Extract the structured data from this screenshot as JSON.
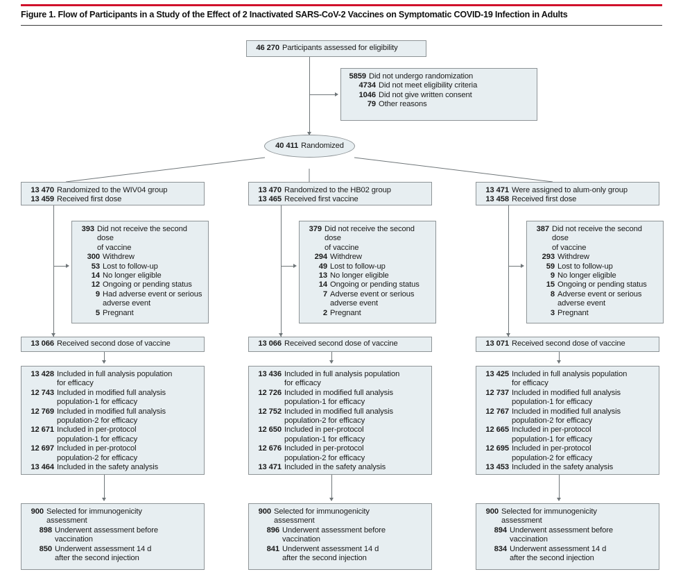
{
  "figure": {
    "title": "Figure 1. Flow of Participants in a Study of the Effect of 2 Inactivated SARS-CoV-2 Vaccines on Symptomatic COVID-19 Infection in Adults",
    "accent_color": "#d0112b",
    "box_fill": "#e7eef1",
    "box_border": "#8d9396"
  },
  "enrollment": {
    "assessed": {
      "n": "46 270",
      "text": "Participants  assessed for eligibility"
    },
    "excluded": {
      "n": "5859",
      "text": "Did not undergo randomization",
      "reasons": [
        {
          "n": "4734",
          "text": "Did not meet eligibility criteria"
        },
        {
          "n": "1046",
          "text": "Did not give written consent"
        },
        {
          "n": "79",
          "text": "Other reasons"
        }
      ]
    },
    "randomized": {
      "n": "40 411",
      "text": "Randomized"
    }
  },
  "arms": [
    {
      "id": "wiv04",
      "allocation": [
        {
          "n": "13 470",
          "text": "Randomized to the WIV04 group"
        },
        {
          "n": "13 459",
          "text": "Received first dose"
        }
      ],
      "no_second_dose": {
        "n": "393",
        "text": "Did not receive the second dose",
        "text2": "of vaccine",
        "reasons": [
          {
            "n": "300",
            "text": "Withdrew"
          },
          {
            "n": "53",
            "text": "Lost to follow-up"
          },
          {
            "n": "14",
            "text": "No longer eligible"
          },
          {
            "n": "12",
            "text": "Ongoing or pending status"
          },
          {
            "n": "9",
            "text": "Had adverse event or serious",
            "text2": "adverse event"
          },
          {
            "n": "5",
            "text": "Pregnant"
          }
        ]
      },
      "second_dose": {
        "n": "13 066",
        "text": "Received second dose of vaccine"
      },
      "analysis": [
        {
          "n": "13 428",
          "text": "Included in full analysis population",
          "text2": "for efficacy"
        },
        {
          "n": "12 743",
          "text": "Included in modified full analysis",
          "text2": "population-1 for efficacy"
        },
        {
          "n": "12 769",
          "text": "Included in modified full analysis",
          "text2": "population-2 for efficacy"
        },
        {
          "n": "12 671",
          "text": "Included in per-protocol",
          "text2": "population-1 for efficacy"
        },
        {
          "n": "12 697",
          "text": "Included in per-protocol",
          "text2": "population-2 for efficacy"
        },
        {
          "n": "13 464",
          "text": "Included in the safety analysis",
          "text2": ""
        }
      ],
      "immunogenicity": {
        "n": "900",
        "text": "Selected for immunogenicity",
        "text2": "assessment",
        "items": [
          {
            "n": "898",
            "text": "Underwent assessment before",
            "text2": "vaccination"
          },
          {
            "n": "850",
            "text": "Underwent assessment 14 d",
            "text2": "after the second injection"
          }
        ]
      }
    },
    {
      "id": "hb02",
      "allocation": [
        {
          "n": "13 470",
          "text": "Randomized to the HB02 group"
        },
        {
          "n": "13 465",
          "text": "Received first vaccine"
        }
      ],
      "no_second_dose": {
        "n": "379",
        "text": "Did not receive the second dose",
        "text2": "of vaccine",
        "reasons": [
          {
            "n": "294",
            "text": "Withdrew"
          },
          {
            "n": "49",
            "text": "Lost to follow-up"
          },
          {
            "n": "13",
            "text": "No longer eligible"
          },
          {
            "n": "14",
            "text": "Ongoing or pending status"
          },
          {
            "n": "7",
            "text": "Adverse event or serious",
            "text2": "adverse event"
          },
          {
            "n": "2",
            "text": "Pregnant"
          }
        ]
      },
      "second_dose": {
        "n": "13 066",
        "text": "Received second dose of vaccine"
      },
      "analysis": [
        {
          "n": "13 436",
          "text": "Included in full analysis population",
          "text2": "for efficacy"
        },
        {
          "n": "12 726",
          "text": "Included in modified full analysis",
          "text2": "population-1 for efficacy"
        },
        {
          "n": "12 752",
          "text": "Included in modified full analysis",
          "text2": "population-2 for efficacy"
        },
        {
          "n": "12 650",
          "text": "Included in per-protocol",
          "text2": "population-1 for efficacy"
        },
        {
          "n": "12 676",
          "text": "Included in per-protocol",
          "text2": "population-2 for efficacy"
        },
        {
          "n": "13 471",
          "text": "Included in the safety analysis",
          "text2": ""
        }
      ],
      "immunogenicity": {
        "n": "900",
        "text": "Selected for immunogenicity",
        "text2": "assessment",
        "items": [
          {
            "n": "896",
            "text": "Underwent assessment before",
            "text2": "vaccination"
          },
          {
            "n": "841",
            "text": "Underwent assessment 14 d",
            "text2": "after the second injection"
          }
        ]
      }
    },
    {
      "id": "alum",
      "allocation": [
        {
          "n": "13 471",
          "text": "Were assigned to alum-only group"
        },
        {
          "n": "13 458",
          "text": "Received first dose"
        }
      ],
      "no_second_dose": {
        "n": "387",
        "text": "Did not receive the second dose",
        "text2": "of vaccine",
        "reasons": [
          {
            "n": "293",
            "text": "Withdrew"
          },
          {
            "n": "59",
            "text": "Lost to follow-up"
          },
          {
            "n": "9",
            "text": "No longer eligible"
          },
          {
            "n": "15",
            "text": "Ongoing or pending status"
          },
          {
            "n": "8",
            "text": "Adverse event or serious",
            "text2": "adverse event"
          },
          {
            "n": "3",
            "text": "Pregnant"
          }
        ]
      },
      "second_dose": {
        "n": "13 071",
        "text": "Received second dose of vaccine"
      },
      "analysis": [
        {
          "n": "13 425",
          "text": "Included in full analysis population",
          "text2": "for efficacy"
        },
        {
          "n": "12 737",
          "text": "Included in modified full analysis",
          "text2": "population-1 for efficacy"
        },
        {
          "n": "12 767",
          "text": "Included in modified full analysis",
          "text2": "population-2 for efficacy"
        },
        {
          "n": "12 665",
          "text": "Included in per-protocol",
          "text2": "population-1 for efficacy"
        },
        {
          "n": "12 695",
          "text": "Included in per-protocol",
          "text2": "population-2 for efficacy"
        },
        {
          "n": "13 453",
          "text": "Included in the safety analysis",
          "text2": ""
        }
      ],
      "immunogenicity": {
        "n": "900",
        "text": "Selected for immunogenicity",
        "text2": "assessment",
        "items": [
          {
            "n": "894",
            "text": "Underwent assessment before",
            "text2": "vaccination"
          },
          {
            "n": "834",
            "text": "Underwent assessment 14 d",
            "text2": "after the second injection"
          }
        ]
      }
    }
  ]
}
